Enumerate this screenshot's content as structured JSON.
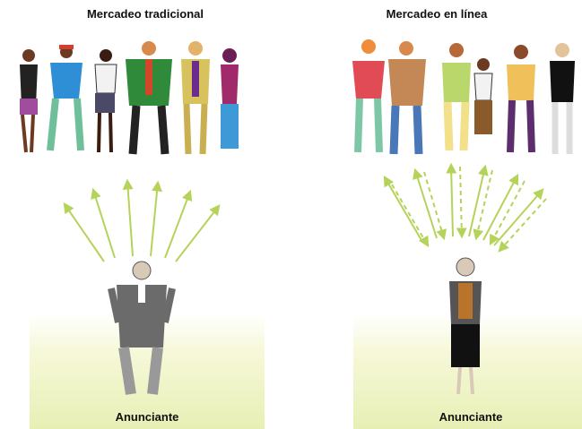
{
  "traditional": {
    "title": "Mercadeo tradicional",
    "advertiser_label": "Anunciante"
  },
  "online": {
    "title": "Mercadeo en línea",
    "advertiser_label": "Anunciante"
  },
  "colors": {
    "arrow": "#b5d35a",
    "stage": "#e8efb4"
  }
}
